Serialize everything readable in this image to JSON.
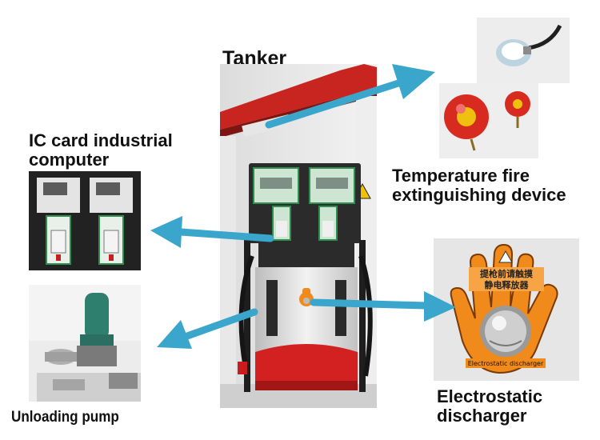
{
  "labels": {
    "tanker": "Tanker",
    "ic_card_line1": "IC card industrial",
    "ic_card_line2": "computer",
    "temperature_line1": "Temperature fire",
    "temperature_line2": "extinguishing device",
    "electrostatic_line1": "Electrostatic",
    "electrostatic_line2": "discharger",
    "unloading_pump": "Unloading pump"
  },
  "discharger_plate": {
    "line1": "提枪前请触摸",
    "line2": "静电释放器",
    "caption": "Electrostatic discharger"
  },
  "colors": {
    "arrow": "#3aa6cc",
    "dispenser_red": "#d32020",
    "hand_orange": "#f08a1a",
    "panel_green": "#2f8f4e"
  }
}
